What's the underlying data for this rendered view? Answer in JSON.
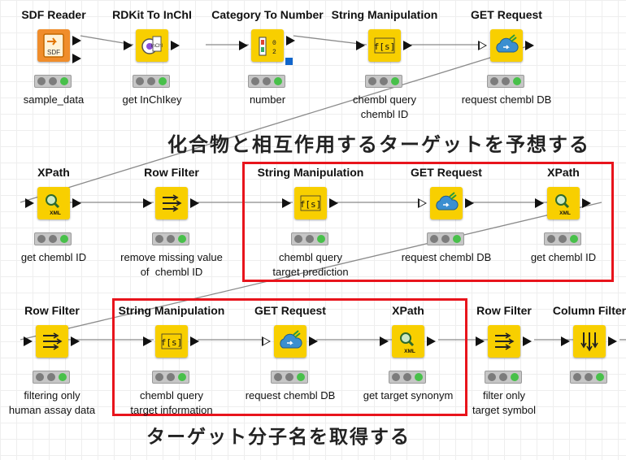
{
  "workflow": {
    "row1": [
      {
        "title": "SDF Reader",
        "label": "sample_data",
        "icon": "sdf-file-icon"
      },
      {
        "title": "RDKit To InChI",
        "label": "get InChIkey",
        "icon": "inchi-icon"
      },
      {
        "title": "Category To Number",
        "label": "number",
        "icon": "category-number-icon"
      },
      {
        "title": "String Manipulation",
        "label": "chembl query\nchembl ID",
        "icon": "string-fx-icon"
      },
      {
        "title": "GET Request",
        "label": "request chembl DB",
        "icon": "cloud-request-icon"
      }
    ],
    "row2": [
      {
        "title": "XPath",
        "label": "get chembl ID",
        "icon": "xpath-xml-icon"
      },
      {
        "title": "Row Filter",
        "label": "remove missing value\nof  chembl ID",
        "icon": "row-filter-icon"
      },
      {
        "title": "String Manipulation",
        "label": "chembl query\ntarget prediction",
        "icon": "string-fx-icon"
      },
      {
        "title": "GET Request",
        "label": "request chembl DB",
        "icon": "cloud-request-icon"
      },
      {
        "title": "XPath",
        "label": "get chembl ID",
        "icon": "xpath-xml-icon"
      }
    ],
    "row3": [
      {
        "title": "Row Filter",
        "label": "filtering only\nhuman assay data",
        "icon": "row-filter-icon"
      },
      {
        "title": "String Manipulation",
        "label": "chembl query\ntarget information",
        "icon": "string-fx-icon"
      },
      {
        "title": "GET Request",
        "label": "request chembl DB",
        "icon": "cloud-request-icon"
      },
      {
        "title": "XPath",
        "label": "get target synonym",
        "icon": "xpath-xml-icon"
      },
      {
        "title": "Row Filter",
        "label": "filter only\ntarget symbol",
        "icon": "row-filter-icon"
      },
      {
        "title": "Column Filter",
        "label": "",
        "icon": "column-filter-icon"
      }
    ]
  },
  "annotations": {
    "predict_targets": "化合物と相互作用するターゲットを予想する",
    "get_target_names": "ターゲット分子名を取得する"
  },
  "colors": {
    "source_node": "#f08d2b",
    "manipulator_node": "#f8cf00",
    "highlight_frame": "#e8141c",
    "status_green": "#48c04a"
  }
}
